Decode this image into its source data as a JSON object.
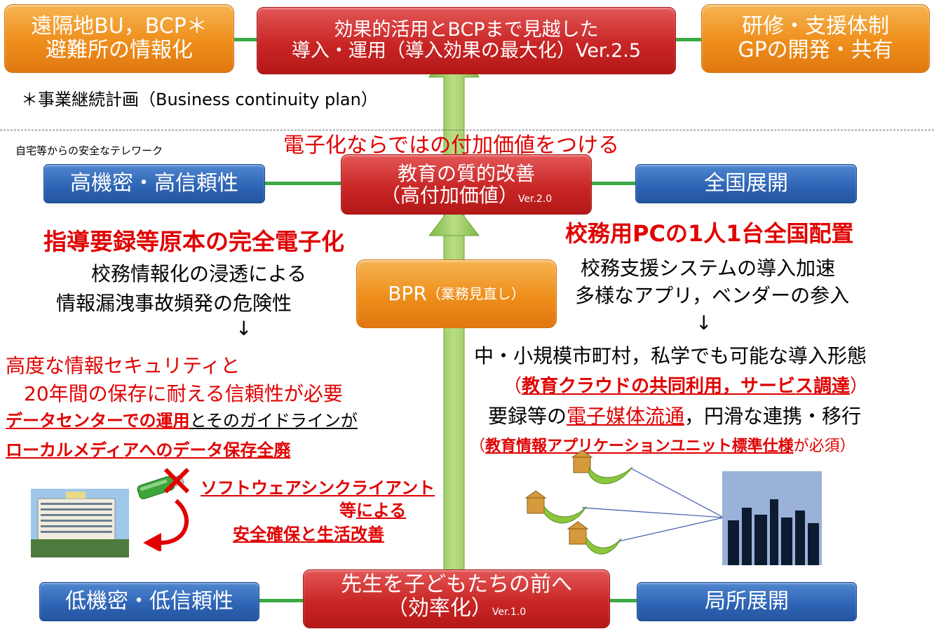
{
  "top": {
    "left_box": [
      "遠隔地BU，BCP＊",
      "避難所の情報化"
    ],
    "center_box": [
      "効果的活用とBCPまで見越した",
      "導入・運用（導入効果の最大化）Ver.2.5"
    ],
    "right_box": [
      "研修・支援体制",
      "GPの開発・共有"
    ],
    "footnote": "＊事業継続計画（Business continuity plan）"
  },
  "middle": {
    "telework_note": "自宅等からの安全なテレワーク",
    "slogan": "電子化ならではの付加価値をつける",
    "left_box": "高機密・高信頼性",
    "center_box": [
      "教育の質的改善",
      "（高付加価値）",
      "Ver.2.0"
    ],
    "right_box": "全国展開"
  },
  "left_column": {
    "heading": "指導要録等原本の完全電子化",
    "line1": "校務情報化の浸透による",
    "line2": "情報漏洩事故頻発の危険性",
    "arrow": "↓",
    "red1": "高度な情報セキュリティと",
    "red2": "20年間の保存に耐える信頼性が必要",
    "line3_red": "データセンターでの運用",
    "line3_black": "とそのガイドラインが",
    "line4": "ローカルメディアへのデータ保存全廃",
    "soft1": "ソフトウェアシンクライアント",
    "soft2a": "等",
    "soft2b": "による",
    "soft3": "安全確保と生活改善",
    "x_mark": "✕"
  },
  "bpr": {
    "main": "BPR",
    "sub": "（業務見直し）"
  },
  "right_column": {
    "heading": "校務用PCの1人1台全国配置",
    "line1": "校務支援システムの導入加速",
    "line2": "多様なアプリ，ベンダーの参入",
    "arrow": "↓",
    "line3": "中・小規模市町村，私学でも可能な導入形態",
    "line4_open": "（",
    "line4_red": "教育クラウドの共同利用，サービス調達",
    "line4_close": "）",
    "line5_a": "要録等の",
    "line5_red": "電子媒体流通",
    "line5_b": "，円滑な連携・移行",
    "line6_open": "（",
    "line6_red": "教育情報アプリケーションユニット標準仕様",
    "line6_tail": "が必須）"
  },
  "bottom": {
    "left_box": "低機密・低信頼性",
    "center_box": [
      "先生を子どもたちの前へ",
      "（効率化）",
      "Ver.1.0"
    ],
    "right_box": "局所展開"
  },
  "colors": {
    "red_text": "#e00000",
    "connector": "#3aaa45",
    "arrow": "#9ccc5a",
    "orange": "#ee8e1b",
    "red_box": "#c92626",
    "blue_box": "#2d63b3"
  }
}
